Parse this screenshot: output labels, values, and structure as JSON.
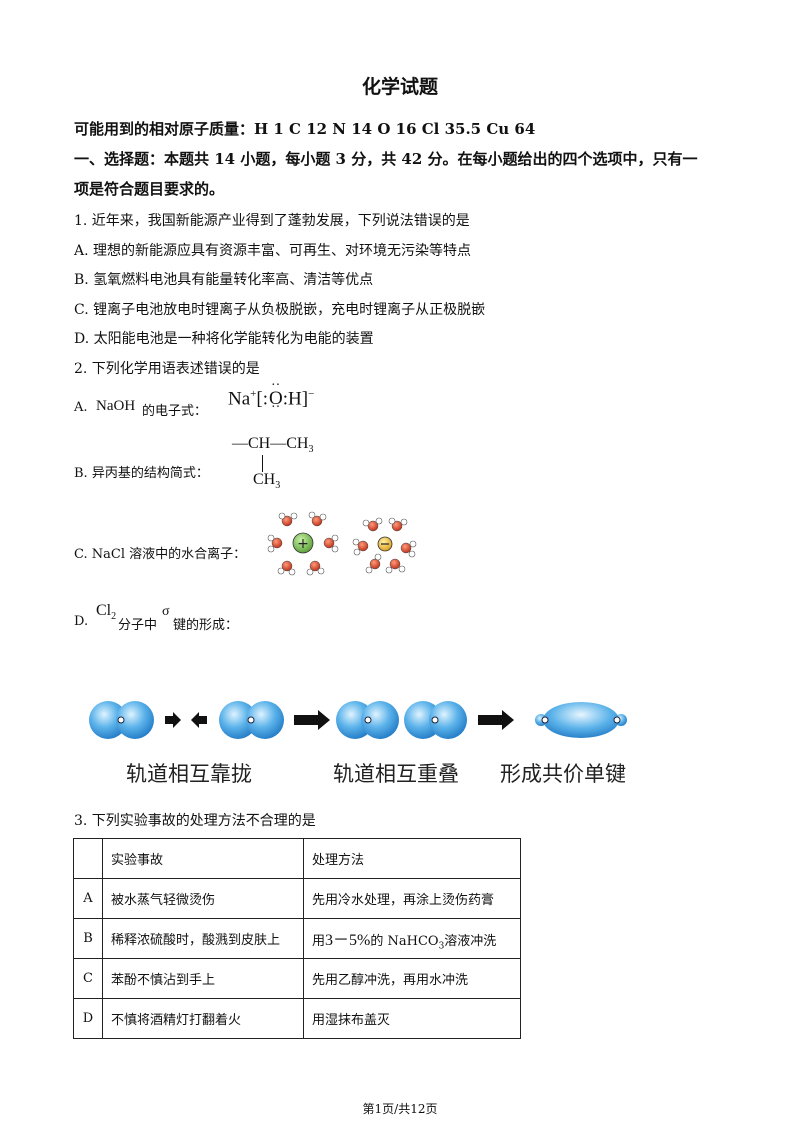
{
  "title": "化学试题",
  "atomic_masses": "可能用到的相对原子质量：H 1    C 12    N 14    O 16    Cl 35.5    Cu 64",
  "section": {
    "heading_line1": "一、选择题：本题共 14 小题，每小题 3 分，共 42 分。在每小题给出的四个选项中，只有一",
    "heading_line2": "项是符合题目要求的。"
  },
  "q1": {
    "stem": "1. 近年来，我国新能源产业得到了蓬勃发展，下列说法错误的是",
    "A": "A. 理想的新能源应具有资源丰富、可再生、对环境无污染等特点",
    "B": "B. 氢氧燃料电池具有能量转化率高、清洁等优点",
    "C": "C. 锂离子电池放电时锂离子从负极脱嵌，充电时锂离子从正极脱嵌",
    "D": "D. 太阳能电池是一种将化学能转化为电能的装置"
  },
  "q2": {
    "stem": "2. 下列化学用语表述错误的是",
    "A_prefix": "A.",
    "A_formula": "NaOH",
    "A_text": "的电子式：",
    "A_na": "Na",
    "A_plus": "+",
    "A_o": "O",
    "A_h": "H",
    "A_minus": "−",
    "B_text": "B. 异丙基的结构简式：",
    "B_ch": "CH",
    "B_ch3": "CH",
    "B_ch3b": "CH",
    "B_sub": "3",
    "C_text": "C. NaCl 溶液中的水合离子：",
    "D_prefix": "D.",
    "D_cl": "Cl",
    "D_sub": "2",
    "D_text1": "分子中",
    "D_sigma": "σ",
    "D_text2": "键的形成：",
    "captions": [
      "轨道相互靠拢",
      "轨道相互重叠",
      "形成共价单键"
    ]
  },
  "q3": {
    "stem": "3. 下列实验事故的处理方法不合理的是",
    "headers": [
      "",
      "实验事故",
      "处理方法"
    ],
    "rows": [
      {
        "label": "A",
        "accident": "被水蒸气轻微烫伤",
        "method": "先用冷水处理，再涂上烫伤药膏"
      },
      {
        "label": "B",
        "accident": "稀释浓硫酸时，酸溅到皮肤上",
        "method_pre": "用",
        "method_range": "3－5%",
        "method_mid": "的 NaHCO",
        "method_sub": "3",
        "method_post": "溶液冲洗"
      },
      {
        "label": "C",
        "accident": "苯酚不慎沾到手上",
        "method": "先用乙醇冲洗，再用水冲洗"
      },
      {
        "label": "D",
        "accident": "不慎将酒精灯打翻着火",
        "method": "用湿抹布盖灭"
      }
    ]
  },
  "footer": "第1页/共12页"
}
